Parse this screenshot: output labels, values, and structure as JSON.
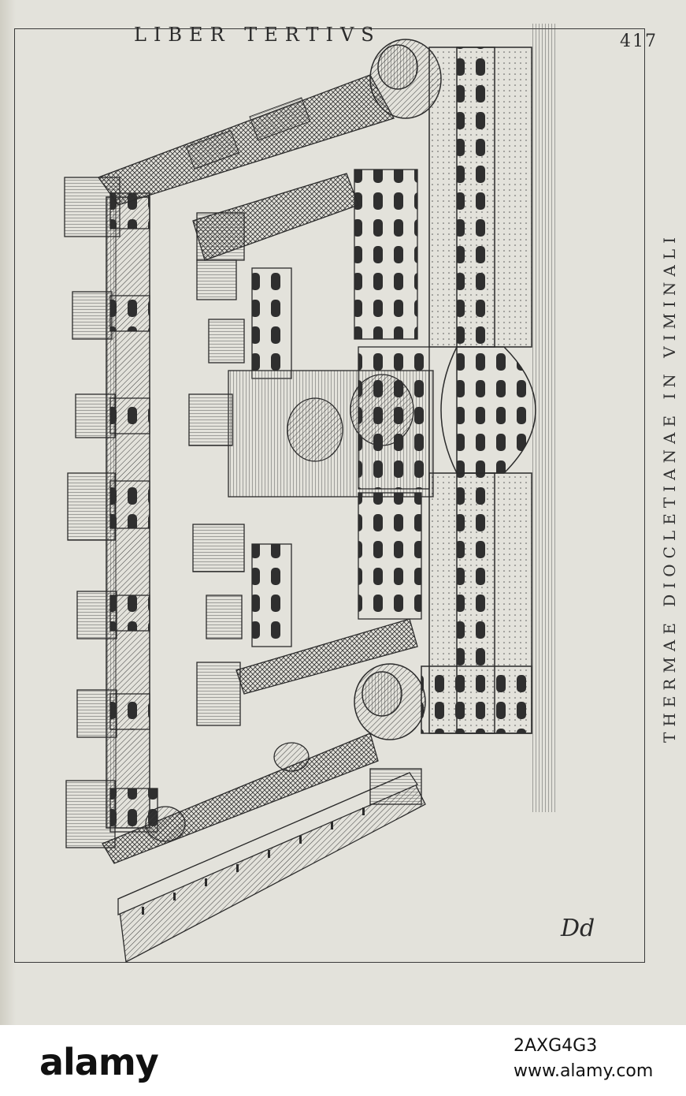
{
  "page": {
    "running_head": "LIBER TERTIVS",
    "page_number": "417",
    "side_title": "THERMAE DIOCLETIANAE IN VIMINALI",
    "signature": "Dd",
    "colors": {
      "paper": "#e3e2db",
      "ink": "#2b2b2b"
    }
  },
  "illustration": {
    "subject": "bird's-eye engraving of a bath complex",
    "icon": "engraving-illustration"
  },
  "watermark": {
    "logo": "alamy",
    "image_id": "2AXG4G3",
    "url": "www.alamy.com"
  }
}
